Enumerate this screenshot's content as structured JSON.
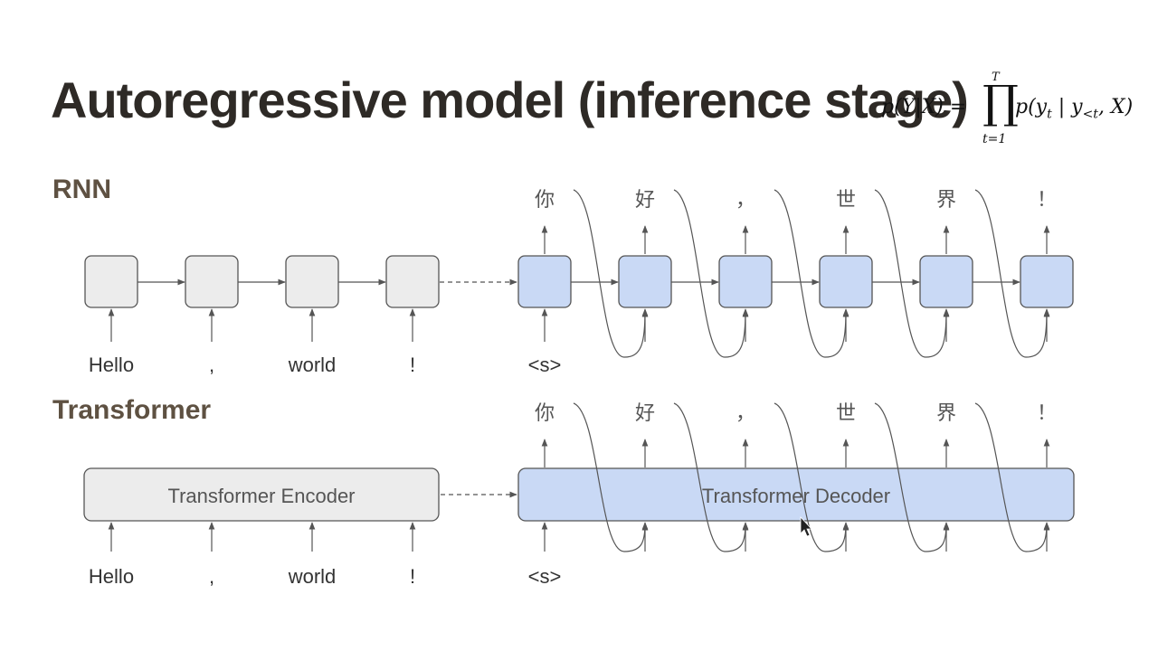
{
  "slide": {
    "title": "Autoregressive model (inference stage)",
    "formula": {
      "lhs": "p(Y|X) =",
      "upper": "T",
      "lower": "t=1",
      "rhs_prefix": "p(y",
      "rhs_sub_t": "t",
      "rhs_mid": " | y",
      "rhs_sub_lt": "<t",
      "rhs_suffix": ", X)"
    }
  },
  "sections": {
    "rnn": "RNN",
    "transformer": "Transformer"
  },
  "tokens": {
    "source": [
      "Hello",
      ",",
      "world",
      "!"
    ],
    "start": "<s>",
    "target": [
      "你",
      "好",
      "，",
      "世",
      "界",
      "！"
    ]
  },
  "transformer_boxes": {
    "encoder": "Transformer Encoder",
    "decoder": "Transformer Decoder"
  },
  "colors": {
    "encoder_fill": "#ececec",
    "decoder_fill": "#c9d9f5",
    "stroke": "#555555"
  }
}
